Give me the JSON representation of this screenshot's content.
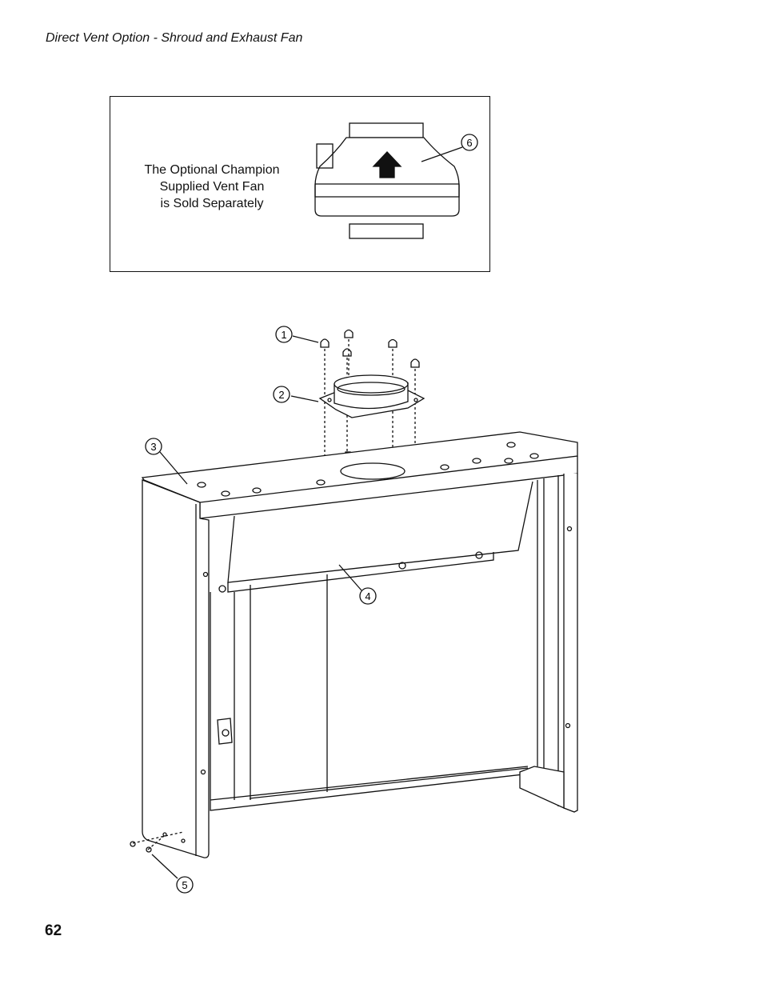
{
  "page": {
    "header": "Direct Vent Option - Shroud and Exhaust Fan",
    "page_number": "62"
  },
  "inset": {
    "note_lines": [
      "The Optional Champion",
      "Supplied Vent Fan",
      "is Sold Separately"
    ]
  },
  "callouts": {
    "c1": "1",
    "c2": "2",
    "c3": "3",
    "c4": "4",
    "c5": "5",
    "c6": "6"
  }
}
